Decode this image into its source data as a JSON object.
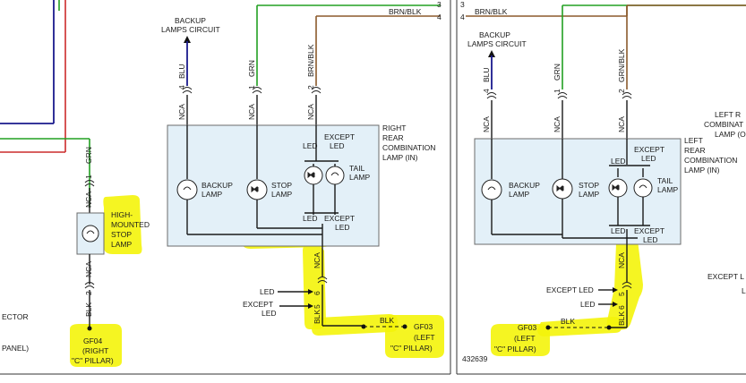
{
  "left_panel": {
    "wire_top_circuit": "3",
    "wire_brnblk_label": "BRN/BLK",
    "wire_brnblk_circuit": "4",
    "backup_circuit_label": [
      "BACKUP",
      "LAMPS CIRCUIT"
    ],
    "pin_blu": [
      "4",
      "BLU"
    ],
    "pin_grn": [
      "1",
      "GRN"
    ],
    "pin_brnblk": [
      "2",
      "BRN/BLK"
    ],
    "nca": "NCA",
    "lamp_title": [
      "RIGHT",
      "REAR",
      "COMBINATION",
      "LAMP (IN)"
    ],
    "backup_lamp": [
      "BACKUP",
      "LAMP"
    ],
    "stop_lamp": [
      "STOP",
      "LAMP"
    ],
    "tail_lamp": [
      "TAIL",
      "LAMP"
    ],
    "led": "LED",
    "except_led": [
      "EXCEPT",
      "LED"
    ],
    "hmsl_label": [
      "HIGH-",
      "MOUNTED",
      "STOP",
      "LAMP"
    ],
    "hmsl_top_pin": [
      "1",
      "GRN"
    ],
    "hmsl_bottom_pin": [
      "2",
      "BLK"
    ],
    "gf04": [
      "GF04",
      "(RIGHT",
      "\"C\" PILLAR)"
    ],
    "gf03": [
      "GF03",
      "(LEFT",
      "\"C\" PILLAR)"
    ],
    "pin_6": "6",
    "pin_5": "5",
    "blk": "BLK",
    "left_edge_texts": [
      "ECTOR",
      "PANEL)"
    ],
    "led_side": "LED",
    "except_led_side": [
      "EXCEPT",
      "LED"
    ]
  },
  "right_panel": {
    "wire_top_circuit": "3",
    "wire_brnblk_label": "BRN/BLK",
    "wire_brnblk_circuit": "4",
    "backup_circuit_label": [
      "BACKUP",
      "LAMPS CIRCUIT"
    ],
    "pin_blu": [
      "4",
      "BLU"
    ],
    "pin_grn": [
      "1",
      "GRN"
    ],
    "pin_grnblk": [
      "2",
      "GRN/BLK"
    ],
    "nca": "NCA",
    "lamp_title": [
      "LEFT",
      "REAR",
      "COMBINATION",
      "LAMP (IN)"
    ],
    "backup_lamp": [
      "BACKUP",
      "LAMP"
    ],
    "stop_lamp": [
      "STOP",
      "LAMP"
    ],
    "tail_lamp": [
      "TAIL",
      "LAMP"
    ],
    "led": "LED",
    "except_led": [
      "EXCEPT",
      "LED"
    ],
    "except_led_side": "EXCEPT LED",
    "led_side": "LED",
    "pin_6": "6",
    "pin_5": "5",
    "blk": "BLK",
    "gf03": [
      "GF03",
      "(LEFT",
      "\"C\" PILLAR)"
    ],
    "figure_number": "432639",
    "right_edge_top": [
      "LEFT R",
      "COMBINAT",
      "LAMP (O"
    ],
    "right_edge_bottom": [
      "EXCEPT L",
      "L"
    ]
  },
  "colors": {
    "green": "#22a022",
    "blue": "#1a1a8c",
    "brown": "#8b5a2b",
    "red": "#cc2b2b",
    "highlight": "#f4f40a"
  }
}
